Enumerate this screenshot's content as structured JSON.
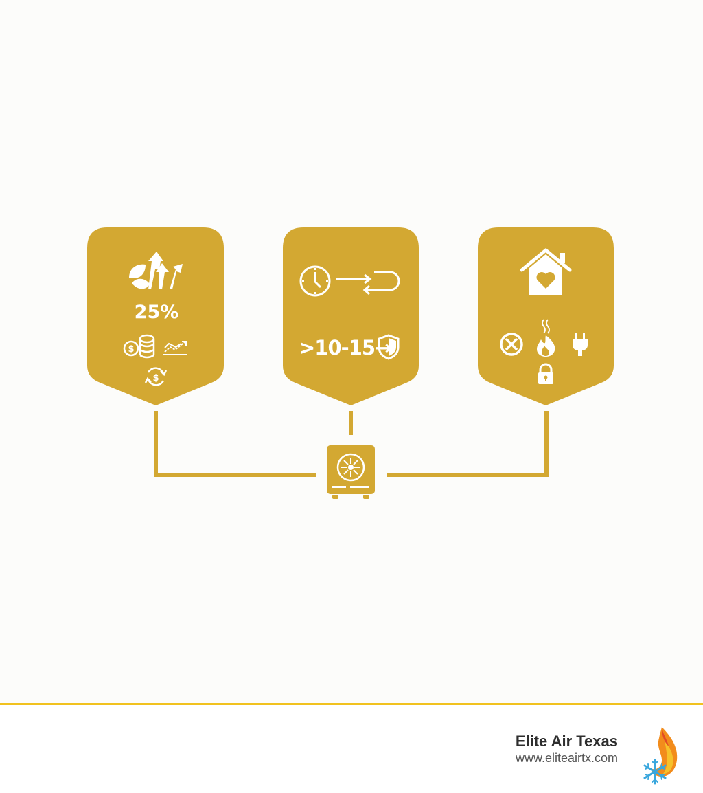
{
  "colors": {
    "card": "#d3a832",
    "connector": "#d3a832",
    "footer_line": "#f1c21f",
    "background": "#fcfcfa"
  },
  "cards": [
    {
      "id": "efficiency",
      "icons": [
        "leaf-growth-arrows-icon",
        "coins-icon",
        "trend-chart-icon",
        "dollar-cycle-icon"
      ],
      "text": "25%"
    },
    {
      "id": "lifespan",
      "icons": [
        "clock-icon",
        "arrow-loop-icon",
        "shield-icon"
      ],
      "text": ">10-15→"
    },
    {
      "id": "safety",
      "icons": [
        "home-heart-icon",
        "no-symbol-icon",
        "fire-smoke-icon",
        "plug-icon",
        "lock-icon"
      ],
      "text": ""
    }
  ],
  "center_icon": "furnace-unit-icon",
  "footer": {
    "brand_name": "Elite Air Texas",
    "brand_url": "www.eliteairtx.com",
    "logo_icon": "flame-snowflake-logo-icon"
  }
}
